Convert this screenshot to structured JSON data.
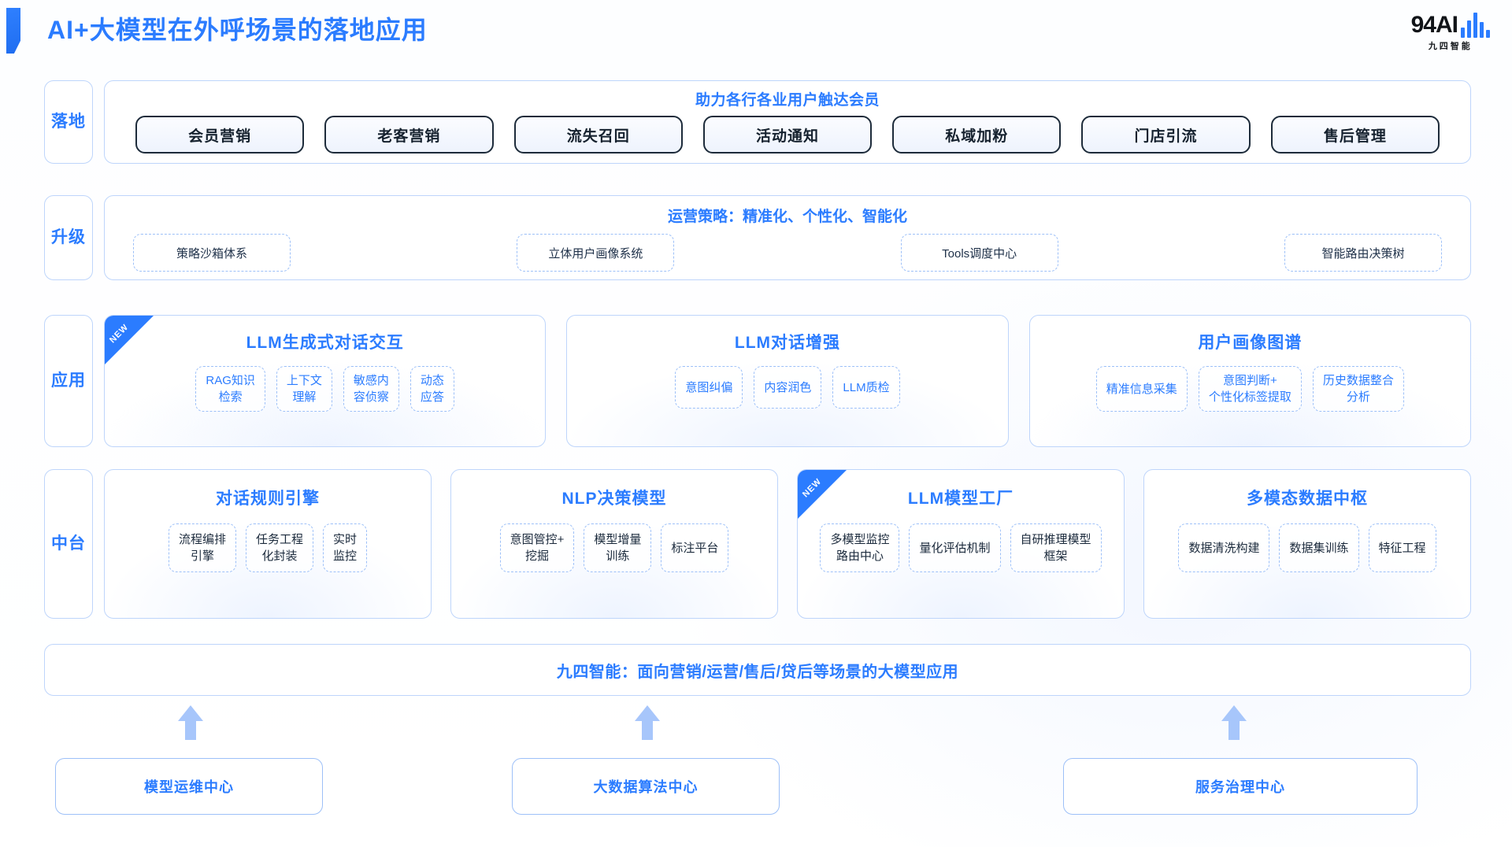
{
  "header": {
    "title": "AI+大模型在外呼场景的落地应用",
    "logo_word": "94AI",
    "logo_sub": "九四智能"
  },
  "rows": {
    "landing": {
      "label": "落地",
      "caption": "助力各行各业用户触达会员",
      "pills": [
        "会员营销",
        "老客营销",
        "流失召回",
        "活动通知",
        "私域加粉",
        "门店引流",
        "售后管理"
      ]
    },
    "upgrade": {
      "label": "升级",
      "caption": "运营策略：精准化、个性化、智能化",
      "boxes": [
        "策略沙箱体系",
        "立体用户画像系统",
        "Tools调度中心",
        "智能路由决策树"
      ]
    },
    "application": {
      "label": "应用",
      "cards": [
        {
          "title": "LLM生成式对话交互",
          "badge": "NEW",
          "tags": [
            "RAG知识\n检索",
            "上下文\n理解",
            "敏感内\n容侦察",
            "动态\n应答"
          ]
        },
        {
          "title": "LLM对话增强",
          "badge": "",
          "tags": [
            "意图纠偏",
            "内容润色",
            "LLM质检"
          ]
        },
        {
          "title": "用户画像图谱",
          "badge": "",
          "tags": [
            "精准信息采集",
            "意图判断+\n个性化标签提取",
            "历史数据整合\n分析"
          ]
        }
      ]
    },
    "midplatform": {
      "label": "中台",
      "cards": [
        {
          "title": "对话规则引擎",
          "badge": "",
          "tags": [
            "流程编排\n引擎",
            "任务工程\n化封装",
            "实时\n监控"
          ]
        },
        {
          "title": "NLP决策模型",
          "badge": "",
          "tags": [
            "意图管控+\n挖掘",
            "模型增量\n训练",
            "标注平台"
          ]
        },
        {
          "title": "LLM模型工厂",
          "badge": "NEW",
          "tags": [
            "多模型监控\n路由中心",
            "量化评估机制",
            "自研推理模型\n框架"
          ]
        },
        {
          "title": "多模态数据中枢",
          "badge": "",
          "tags": [
            "数据清洗构建",
            "数据集训练",
            "特征工程"
          ]
        }
      ]
    }
  },
  "banner": {
    "text": "九四智能：面向营销/运营/售后/贷后等场景的大模型应用"
  },
  "footer": {
    "cards": [
      "模型运维中心",
      "大数据算法中心",
      "服务治理中心"
    ]
  },
  "colors": {
    "accent": "#2b7cff",
    "border": "#bed5fb",
    "dashed": "#9dc0f8",
    "pill_border": "#1d2b3a",
    "text_dark": "#1b2a3c"
  }
}
